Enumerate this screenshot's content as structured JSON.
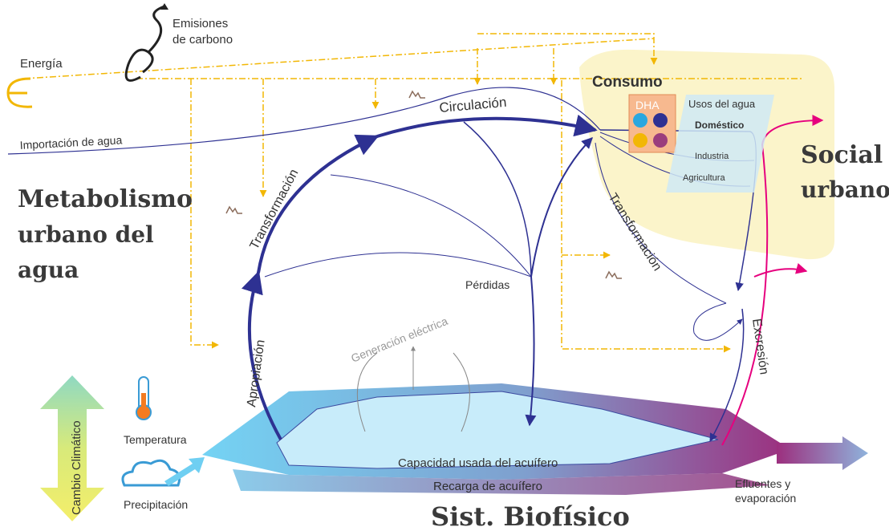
{
  "labels": {
    "carbon_emissions_line1": "Emisiones",
    "carbon_emissions_line2": "de carbono",
    "energy": "Energía",
    "water_import": "Importación de agua",
    "circulation": "Circulación",
    "transformation_left": "Transformación",
    "transformation_right": "Transformación",
    "appropriation": "Apropiación",
    "losses": "Pérdidas",
    "electric_generation": "Generación eléctrica",
    "consumption": "Consumo",
    "dha": "DHA",
    "water_uses": "Usos del agua",
    "domestic": "Doméstico",
    "industry": "Industria",
    "agriculture": "Agricultura",
    "excretion": "Excresión",
    "aquifer_used": "Capacidad usada del acuífero",
    "aquifer_recharge": "Recarga de acuífero",
    "effluents_line1": "Efluentes y",
    "effluents_line2": "evaporación",
    "climate_change": "Cambio Climático",
    "temperature": "Temperatura",
    "precipitation": "Precipitación"
  },
  "headings": {
    "metabolism_line1": "Metabolismo",
    "metabolism_line2": "urbano del",
    "metabolism_line3": "agua",
    "social_line1": "Social",
    "social_line2": "urbano",
    "biophysical": "Sist. Biofísico"
  },
  "colors": {
    "water_flow": "#2e3192",
    "energy_flow": "#f2b705",
    "social_flow": "#e6007e",
    "consumption_bg": "#fbf3c4",
    "aquifer_inner": "#c6ecfa",
    "aquifer_outer_left": "#6fcff2",
    "aquifer_outer_right": "#9b2d7d"
  },
  "icons": [
    "carbon-swirl-icon",
    "energy-e-icon",
    "thermometer-icon",
    "cloud-icon",
    "money-icon",
    "water-drop-icon",
    "check-icon"
  ]
}
